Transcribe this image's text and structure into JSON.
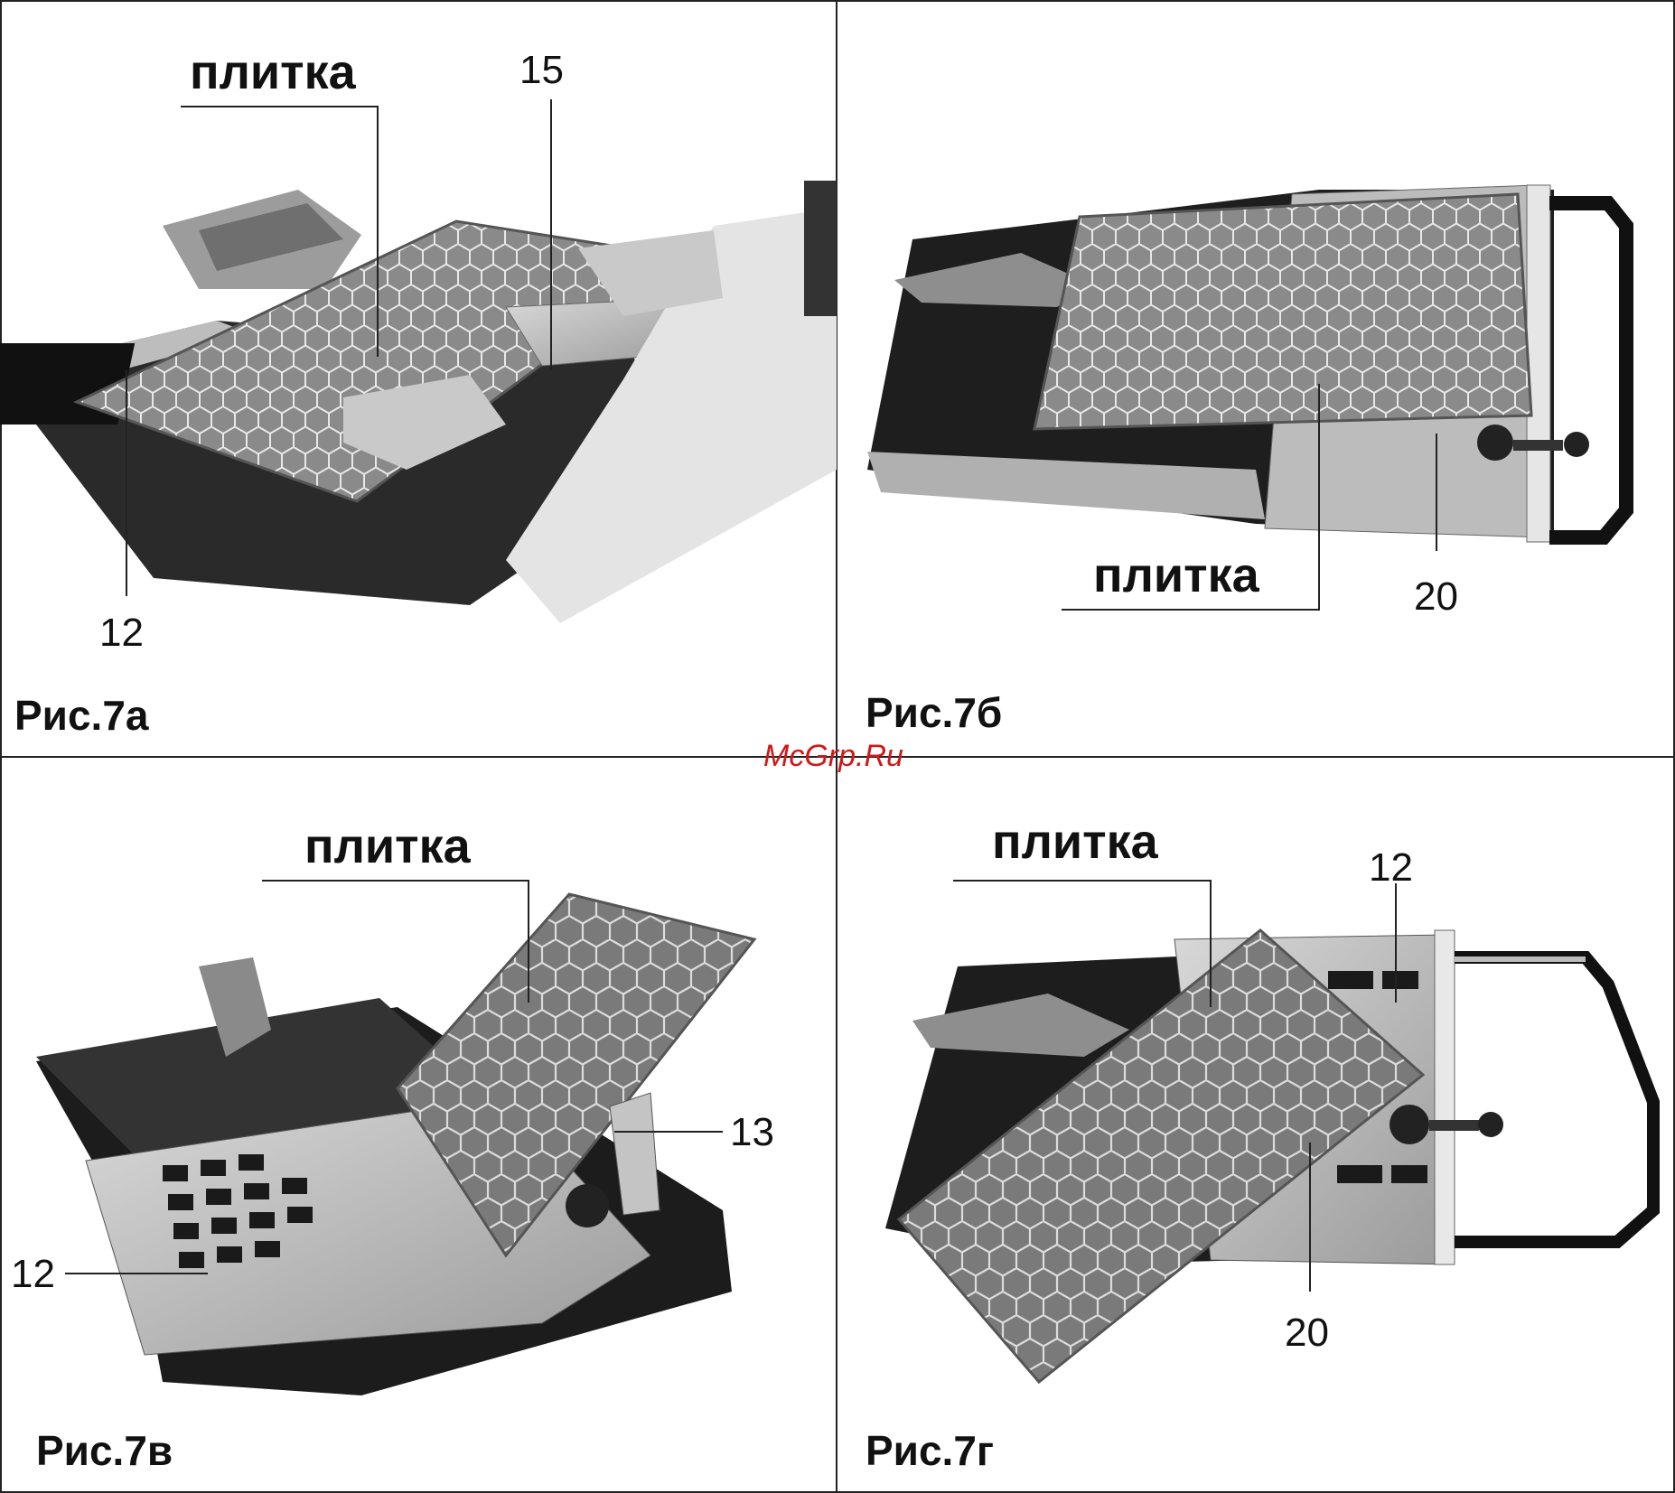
{
  "watermark": "McGrp.Ru",
  "panels": [
    {
      "figure_caption": "Рис.7а",
      "tile_label": "плитка",
      "callouts": [
        "15",
        "12"
      ]
    },
    {
      "figure_caption": "Рис.7б",
      "tile_label": "плитка",
      "callouts": [
        "20"
      ]
    },
    {
      "figure_caption": "Рис.7в",
      "tile_label": "плитка",
      "callouts": [
        "13",
        "12"
      ]
    },
    {
      "figure_caption": "Рис.7г",
      "tile_label": "плитка",
      "callouts": [
        "12",
        "20"
      ]
    }
  ]
}
